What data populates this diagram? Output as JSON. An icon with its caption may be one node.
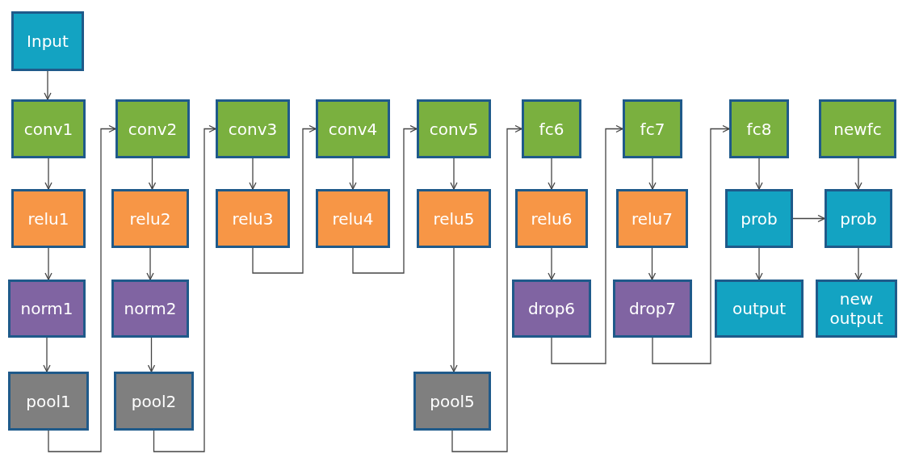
{
  "diagram": {
    "nodes": [
      {
        "text": [
          "Input"
        ]
      },
      {
        "text": [
          "conv1"
        ]
      },
      {
        "text": [
          "conv2"
        ]
      },
      {
        "text": [
          "conv3"
        ]
      },
      {
        "text": [
          "conv4"
        ]
      },
      {
        "text": [
          "conv5"
        ]
      },
      {
        "text": [
          "fc6"
        ]
      },
      {
        "text": [
          "fc7"
        ]
      },
      {
        "text": [
          "fc8"
        ]
      },
      {
        "text": [
          "newfc"
        ]
      },
      {
        "text": [
          "relu1"
        ]
      },
      {
        "text": [
          "relu2"
        ]
      },
      {
        "text": [
          "relu3"
        ]
      },
      {
        "text": [
          "relu4"
        ]
      },
      {
        "text": [
          "relu5"
        ]
      },
      {
        "text": [
          "relu6"
        ]
      },
      {
        "text": [
          "relu7"
        ]
      },
      {
        "text": [
          "prob"
        ]
      },
      {
        "text": [
          "prob"
        ]
      },
      {
        "text": [
          "norm1"
        ]
      },
      {
        "text": [
          "norm2"
        ]
      },
      {
        "text": [
          "drop6"
        ]
      },
      {
        "text": [
          "drop7"
        ]
      },
      {
        "text": [
          "output"
        ]
      },
      {
        "text": [
          "new output"
        ]
      },
      {
        "text": [
          "pool1"
        ]
      },
      {
        "text": [
          "pool2"
        ]
      },
      {
        "text": [
          "pool5"
        ]
      }
    ],
    "edges": [
      {
        "from": 0,
        "to": 1,
        "arrow": "to"
      },
      {
        "from": 1,
        "to": 10,
        "arrow": "to"
      },
      {
        "from": 10,
        "to": 19,
        "arrow": "to"
      },
      {
        "from": 19,
        "to": 25,
        "arrow": "to"
      },
      {
        "from": 25,
        "to": 2,
        "arrow": "to"
      },
      {
        "from": 2,
        "to": 11,
        "arrow": "to"
      },
      {
        "from": 11,
        "to": 20,
        "arrow": "to"
      },
      {
        "from": 20,
        "to": 26,
        "arrow": "to"
      },
      {
        "from": 26,
        "to": 3,
        "arrow": "to"
      },
      {
        "from": 3,
        "to": 12,
        "arrow": "to"
      },
      {
        "from": 12,
        "to": 4,
        "arrow": "to"
      },
      {
        "from": 4,
        "to": 13,
        "arrow": "to"
      },
      {
        "from": 13,
        "to": 5,
        "arrow": "to"
      },
      {
        "from": 5,
        "to": 14,
        "arrow": "to"
      },
      {
        "from": 14,
        "to": 27,
        "arrow": "to"
      },
      {
        "from": 27,
        "to": 6,
        "arrow": "to"
      },
      {
        "from": 6,
        "to": 15,
        "arrow": "to"
      },
      {
        "from": 15,
        "to": 21,
        "arrow": "to"
      },
      {
        "from": 21,
        "to": 7,
        "arrow": "to"
      },
      {
        "from": 7,
        "to": 16,
        "arrow": "to"
      },
      {
        "from": 16,
        "to": 22,
        "arrow": "to"
      },
      {
        "from": 22,
        "to": 8,
        "arrow": "to"
      },
      {
        "from": 8,
        "to": 17,
        "arrow": "to"
      },
      {
        "from": 17,
        "to": 18,
        "arrow": "to"
      },
      {
        "from": 17,
        "to": 23,
        "arrow": "to"
      },
      {
        "from": 9,
        "to": 18,
        "arrow": "to"
      },
      {
        "from": 18,
        "to": 24,
        "arrow": "to"
      }
    ]
  }
}
